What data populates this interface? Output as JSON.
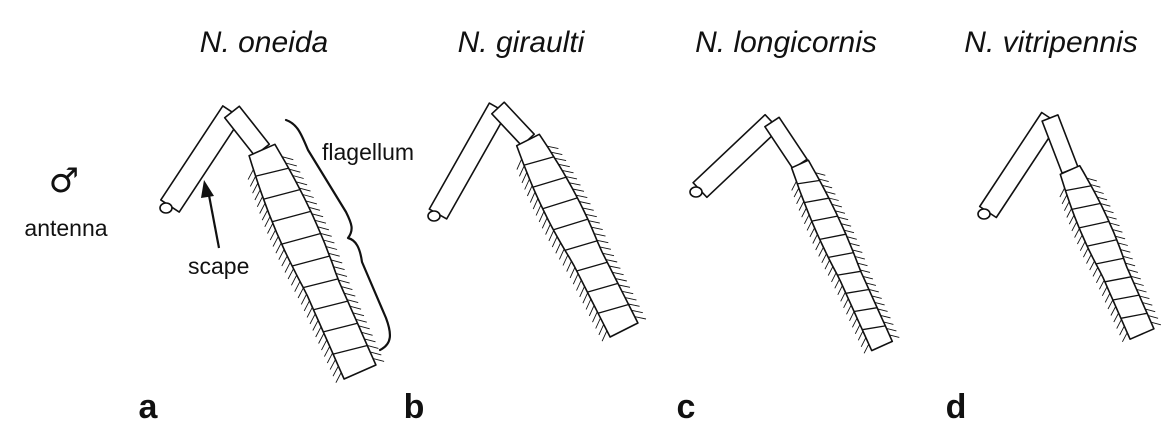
{
  "panels": [
    {
      "species": "N. oneida",
      "letter": "a"
    },
    {
      "species": "N. giraulti",
      "letter": "b"
    },
    {
      "species": "N. longicornis",
      "letter": "c"
    },
    {
      "species": "N. vitripennis",
      "letter": "d"
    }
  ],
  "row_label": {
    "symbol": "♂",
    "text": "antenna"
  },
  "annotations": {
    "scape": "scape",
    "flagellum": "flagellum"
  }
}
